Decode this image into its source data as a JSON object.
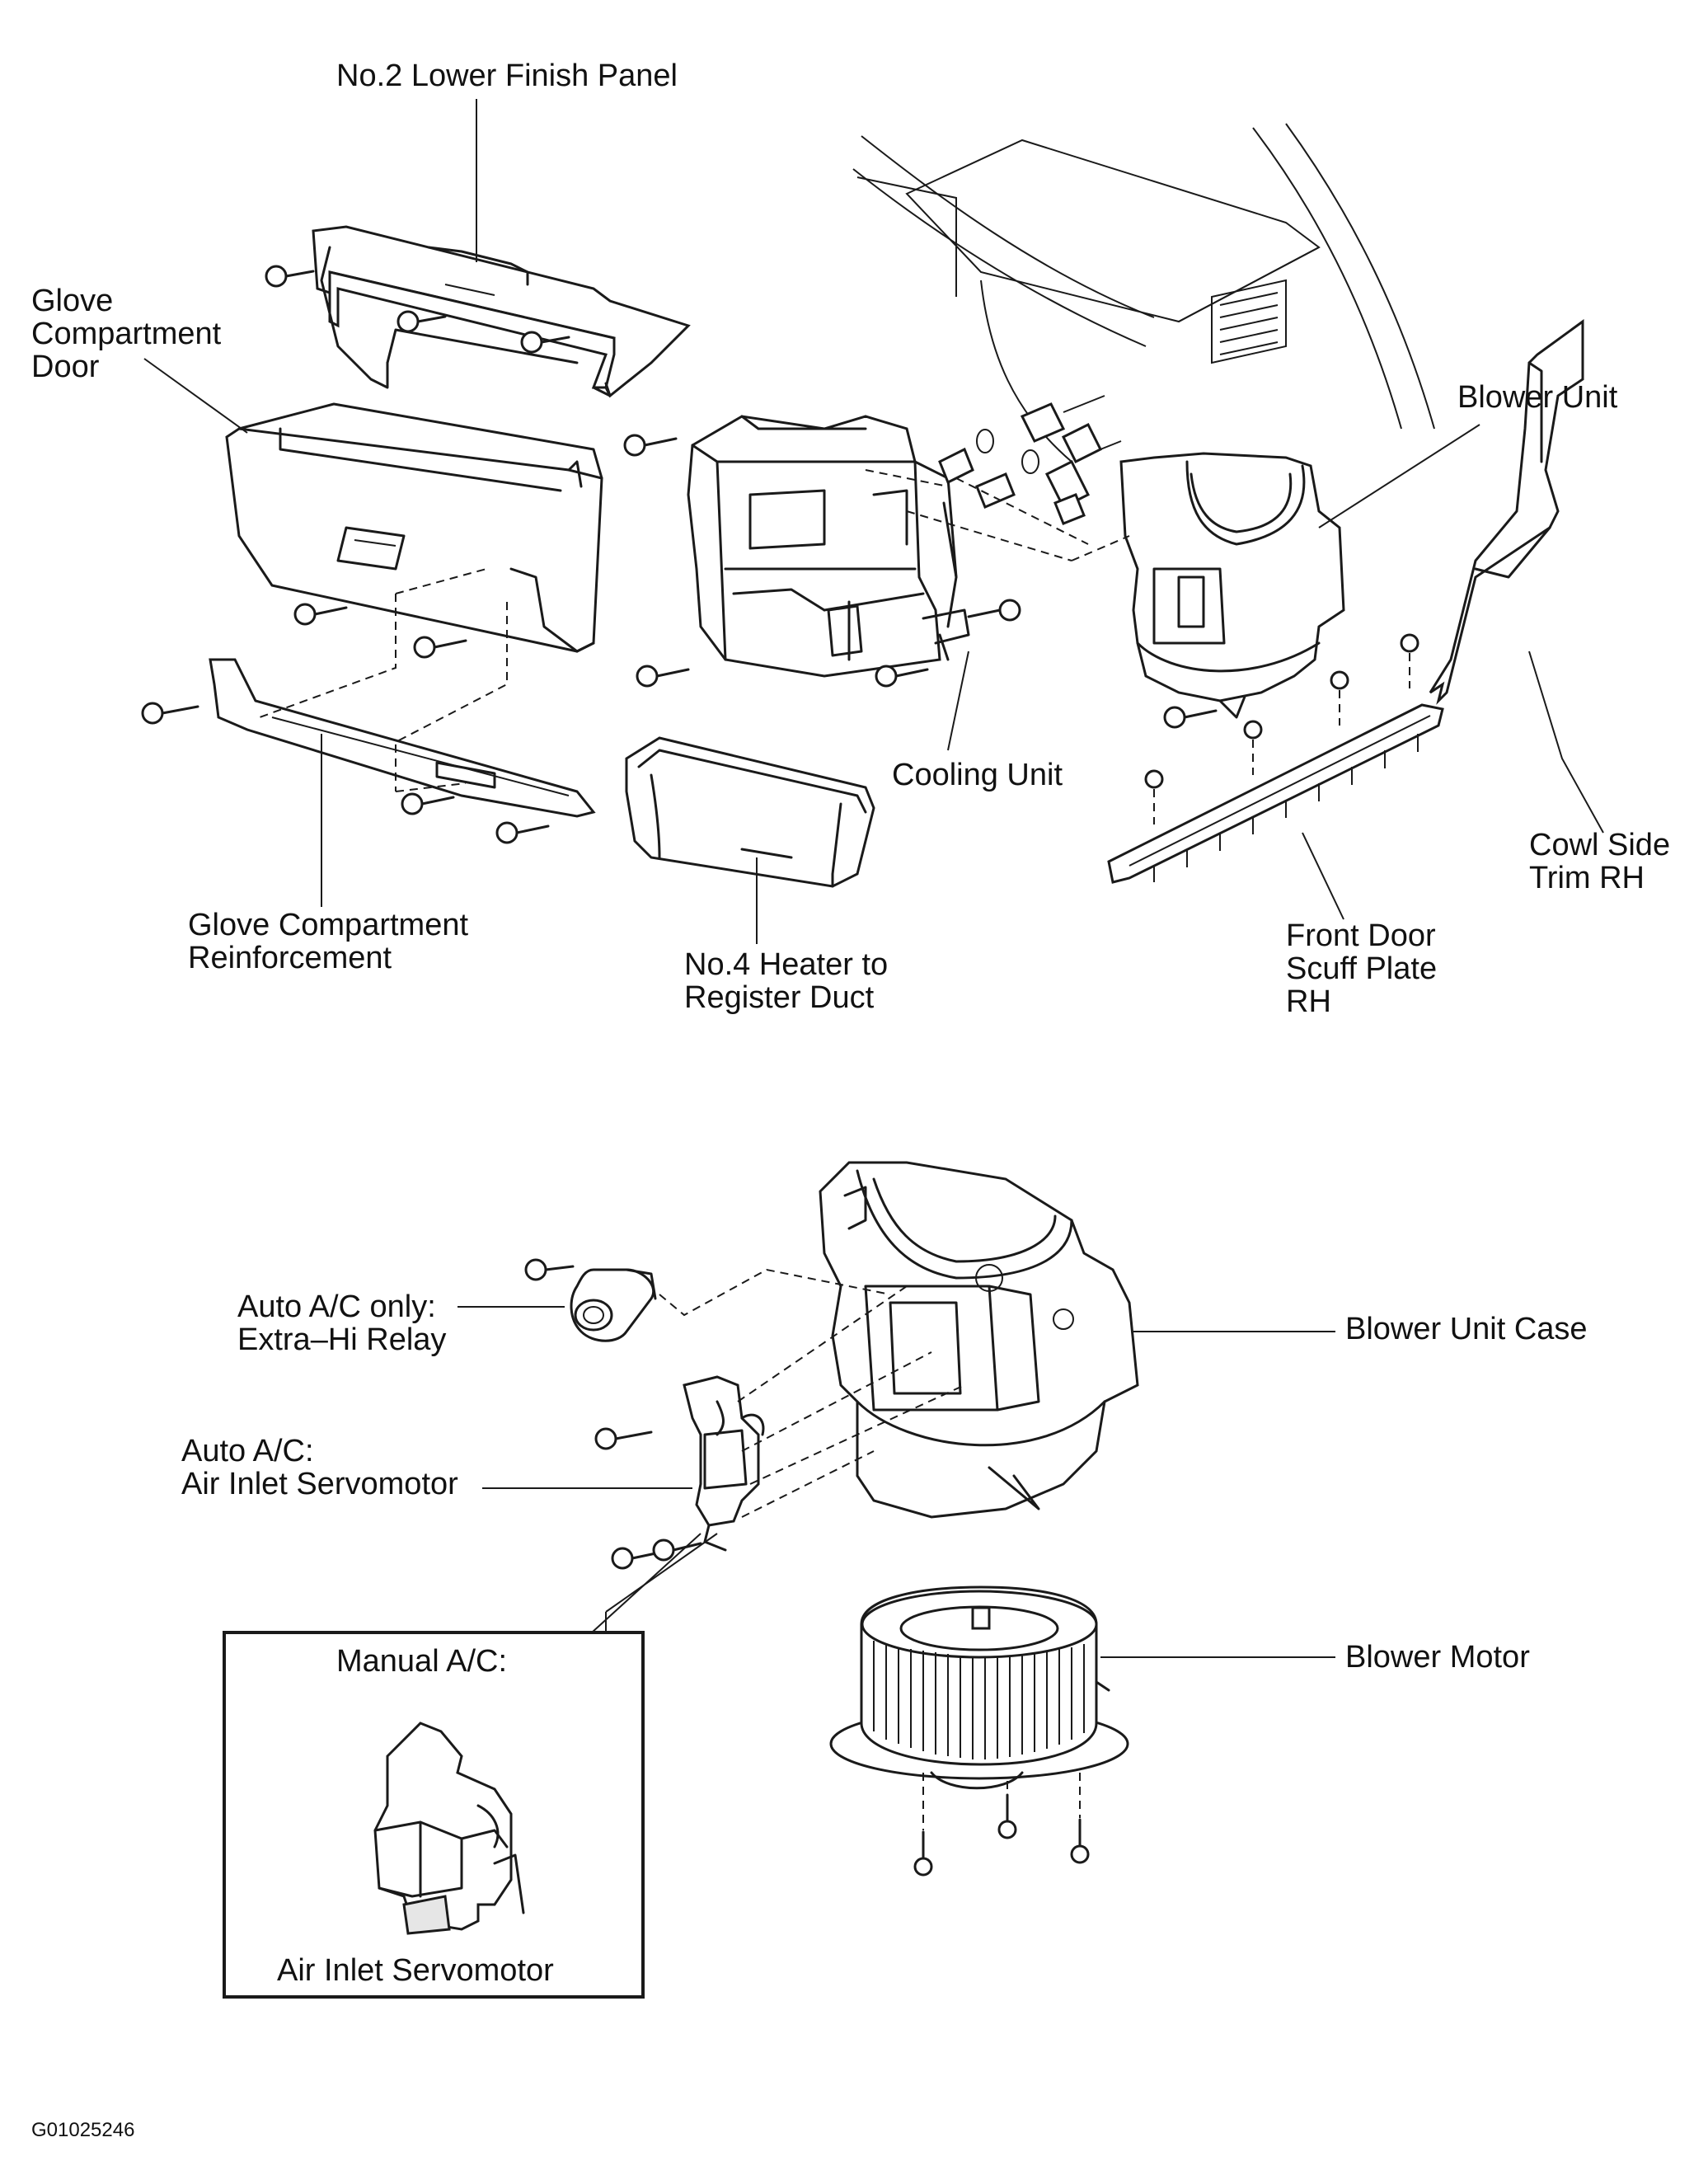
{
  "labels": {
    "no2_lower_finish_panel": "No.2 Lower Finish Panel",
    "glove_compartment_door": [
      "Glove",
      "Compartment",
      "Door"
    ],
    "blower_unit": "Blower Unit",
    "cooling_unit": "Cooling Unit",
    "cowl_side_trim_rh": [
      "Cowl Side",
      "Trim RH"
    ],
    "glove_compartment_reinforcement": [
      "Glove Compartment",
      "Reinforcement"
    ],
    "no4_heater_to_register_duct": [
      "No.4 Heater to",
      "Register Duct"
    ],
    "front_door_scuff_plate_rh": [
      "Front Door",
      "Scuff Plate",
      "RH"
    ],
    "extra_hi_relay": [
      "Auto A/C only:",
      "Extra–Hi Relay"
    ],
    "blower_unit_case": "Blower Unit Case",
    "air_inlet_servomotor_auto": [
      "Auto A/C:",
      "Air Inlet Servomotor"
    ],
    "blower_motor": "Blower Motor",
    "manual_ac": "Manual A/C:",
    "air_inlet_servomotor_manual": "Air Inlet Servomotor",
    "figure_code": "G01025246"
  },
  "colors": {
    "line": "#1a1a1a",
    "background": "#ffffff"
  }
}
